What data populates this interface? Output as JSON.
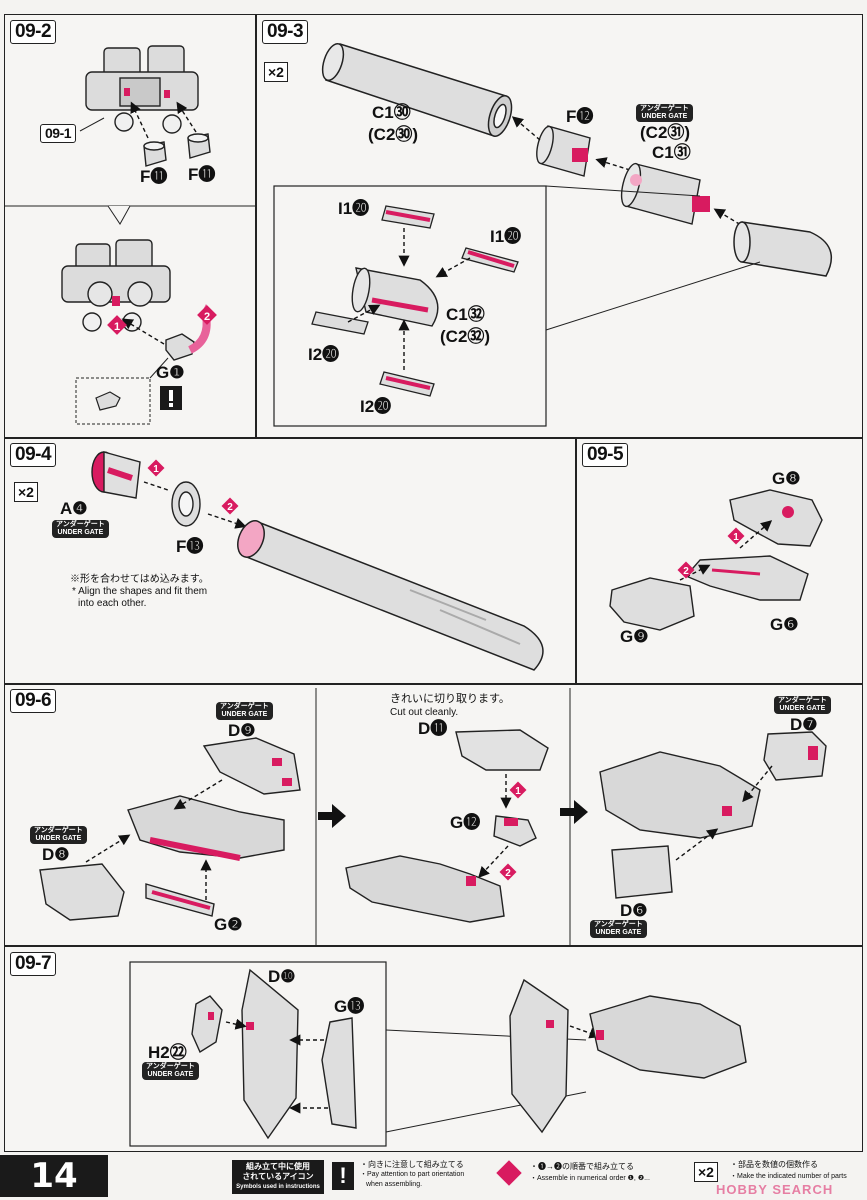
{
  "steps": {
    "s0902": "09-2",
    "s0903": "09-3",
    "s0904": "09-4",
    "s0905": "09-5",
    "s0906": "09-6",
    "s0907": "09-7"
  },
  "ref_step": "09-1",
  "parts": {
    "f11a": "F⓫",
    "f11b": "F⓫",
    "g1": "G❶",
    "c1_30": "C1㉚",
    "c2_30": "(C2㉚)",
    "f12": "F⓬",
    "c2_31": "(C2㉛)",
    "c1_31": "C1㉛",
    "i1_20a": "I1⓴",
    "i1_20b": "I1⓴",
    "c1_32": "C1㉜",
    "c2_32": "(C2㉜)",
    "i2_20a": "I2⓴",
    "i2_20b": "I2⓴",
    "a4": "A❹",
    "f13": "F⓭",
    "g8": "G❽",
    "g9": "G❾",
    "g6": "G❻",
    "d9": "D❾",
    "d8": "D❽",
    "g2": "G❷",
    "d11": "D⓫",
    "g12": "G⓬",
    "d7": "D❼",
    "d6": "D❻",
    "d10": "D❿",
    "g13": "G⓭",
    "h2_22": "H2㉒"
  },
  "multiplier": "×2",
  "under_gate_jp": "アンダーゲート",
  "under_gate_en": "UNDER GATE",
  "notes": {
    "align_jp": "※形を合わせてはめ込みます。",
    "align_en1": "* Align the shapes and fit them",
    "align_en2": "into each other.",
    "cut_jp": "きれいに切り取ります。",
    "cut_en": "Cut out cleanly."
  },
  "footer": {
    "page_number": "14",
    "icons_jp1": "組み立て中に使用",
    "icons_jp2": "されているアイコン",
    "icons_en": "Symbols used in instructions",
    "orient_jp": "・向きに注意して組み立てる",
    "orient_en1": "・Pay attention to part orientation",
    "orient_en2": "when assembling.",
    "order_jp": "・❶→❷の順番で組み立てる",
    "order_en": "・Assemble in numerical order ❶, ❷...",
    "count_jp": "・部品を数値の個数作る",
    "count_en": "・Make the indicated number of parts",
    "watermark": "HOBBY SEARCH"
  },
  "colors": {
    "accent_magenta": "#d81b60",
    "part_gray": "#d9d9d9",
    "outline": "#222222"
  }
}
